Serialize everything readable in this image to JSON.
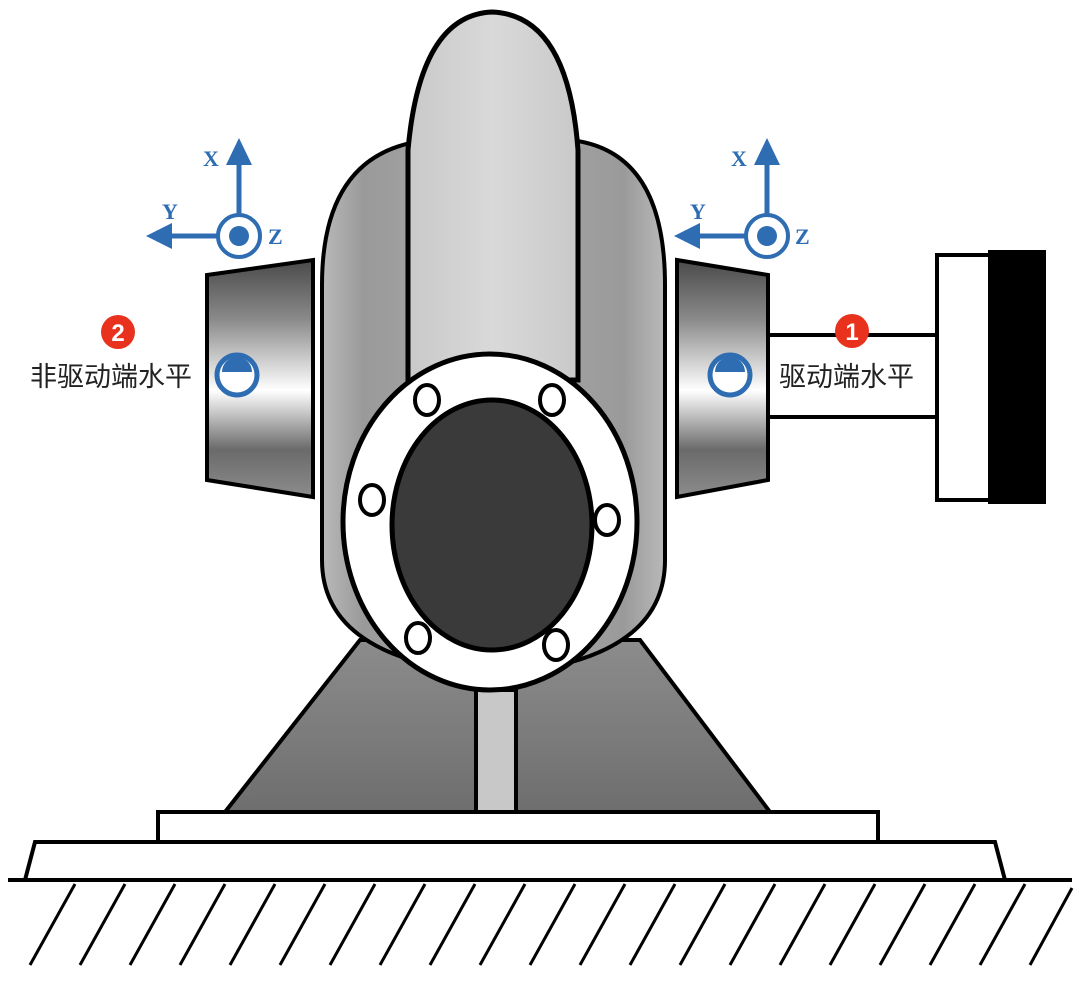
{
  "points": [
    {
      "number": "1",
      "label": "驱动端水平"
    },
    {
      "number": "2",
      "label": "非驱动端水平"
    }
  ],
  "axes": {
    "x": "X",
    "y": "Y",
    "z": "Z"
  },
  "colors": {
    "axis_blue": "#2f6db3",
    "badge_red": "#e8321e",
    "outline": "#000000",
    "rotor_dark": "#3a3a3a"
  },
  "icons": [
    "coordinate-axes-icon",
    "sensor-icon",
    "bolt-hole-icon",
    "number-badge-icon"
  ]
}
